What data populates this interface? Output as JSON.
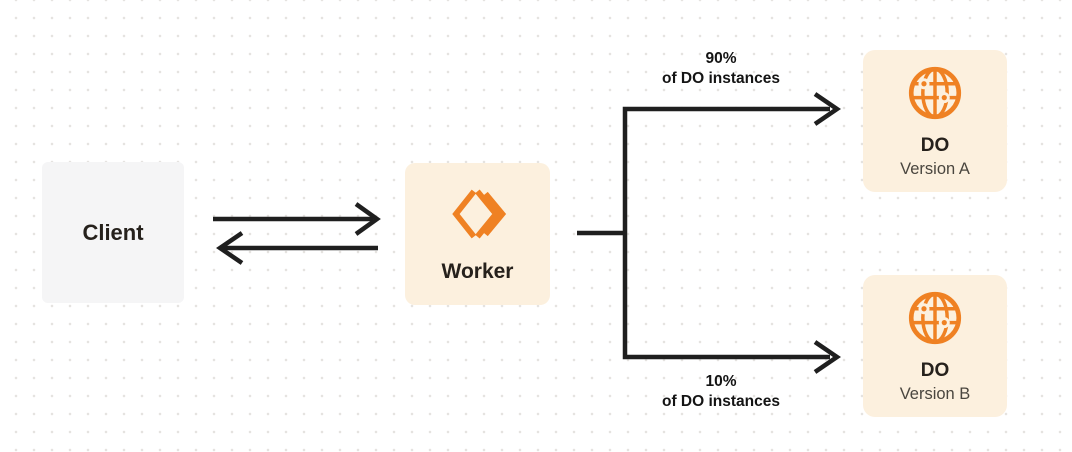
{
  "diagram": {
    "nodes": {
      "client": {
        "label": "Client"
      },
      "worker": {
        "label": "Worker",
        "icon": "workers-logo-icon"
      },
      "do_version_a": {
        "title": "DO",
        "subtitle": "Version A",
        "icon": "globe-icon"
      },
      "do_version_b": {
        "title": "DO",
        "subtitle": "Version B",
        "icon": "globe-icon"
      }
    },
    "edges": {
      "client_to_worker": {
        "style": "bidirectional-arrows"
      },
      "worker_to_do_a": {
        "percent": "90%",
        "caption": "of DO instances"
      },
      "worker_to_do_b": {
        "percent": "10%",
        "caption": "of DO instances"
      }
    }
  },
  "colors": {
    "accent_orange": "#ef8123",
    "cream_node_bg": "#fcf0de",
    "client_node_bg": "#f5f5f6",
    "wire_dark": "#1f1f1f",
    "title_dark": "#26211c",
    "subtitle_gray": "#4a463f",
    "dot_grid": "#e5e3e0",
    "canvas_bg": "#ffffff"
  }
}
